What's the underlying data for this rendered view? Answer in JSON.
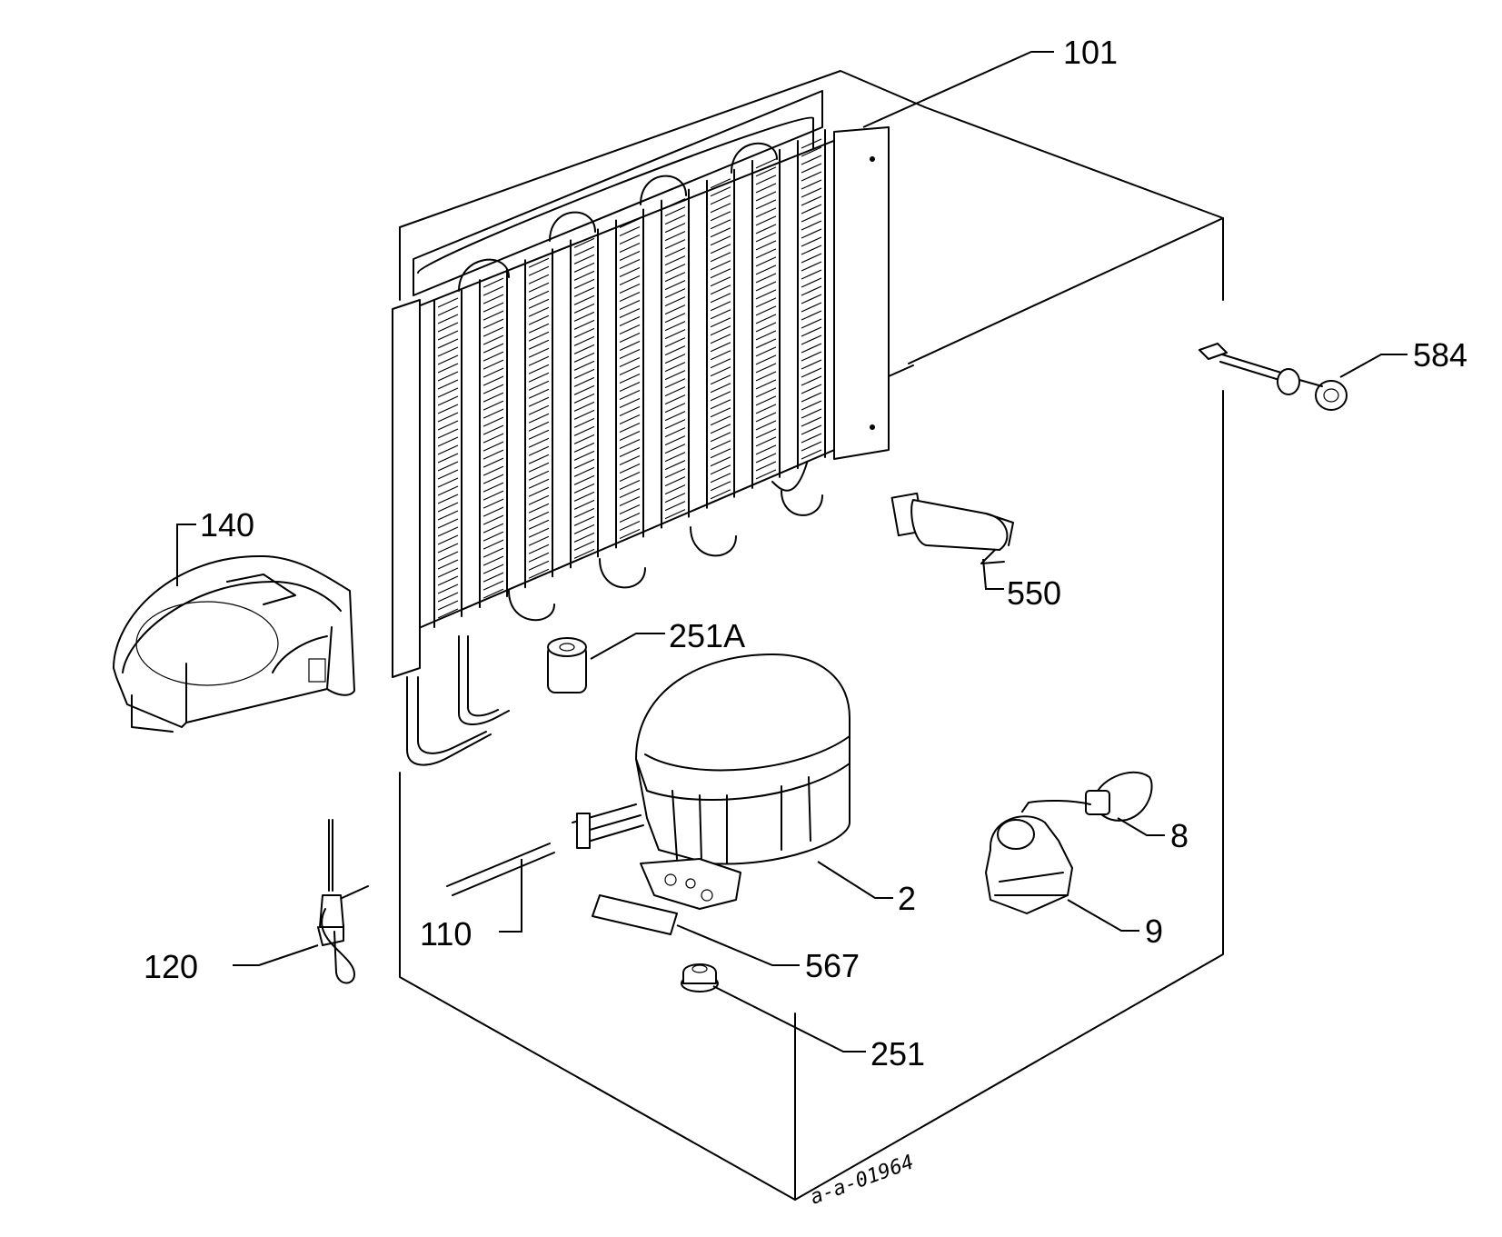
{
  "diagram": {
    "drawing_code": "a-a-01964",
    "callouts": [
      {
        "id": "101",
        "label": "101"
      },
      {
        "id": "584",
        "label": "584"
      },
      {
        "id": "140",
        "label": "140"
      },
      {
        "id": "550",
        "label": "550"
      },
      {
        "id": "251A",
        "label": "251A"
      },
      {
        "id": "8",
        "label": "8"
      },
      {
        "id": "2",
        "label": "2"
      },
      {
        "id": "9",
        "label": "9"
      },
      {
        "id": "110",
        "label": "110"
      },
      {
        "id": "120",
        "label": "120"
      },
      {
        "id": "567",
        "label": "567"
      },
      {
        "id": "251",
        "label": "251"
      }
    ]
  }
}
